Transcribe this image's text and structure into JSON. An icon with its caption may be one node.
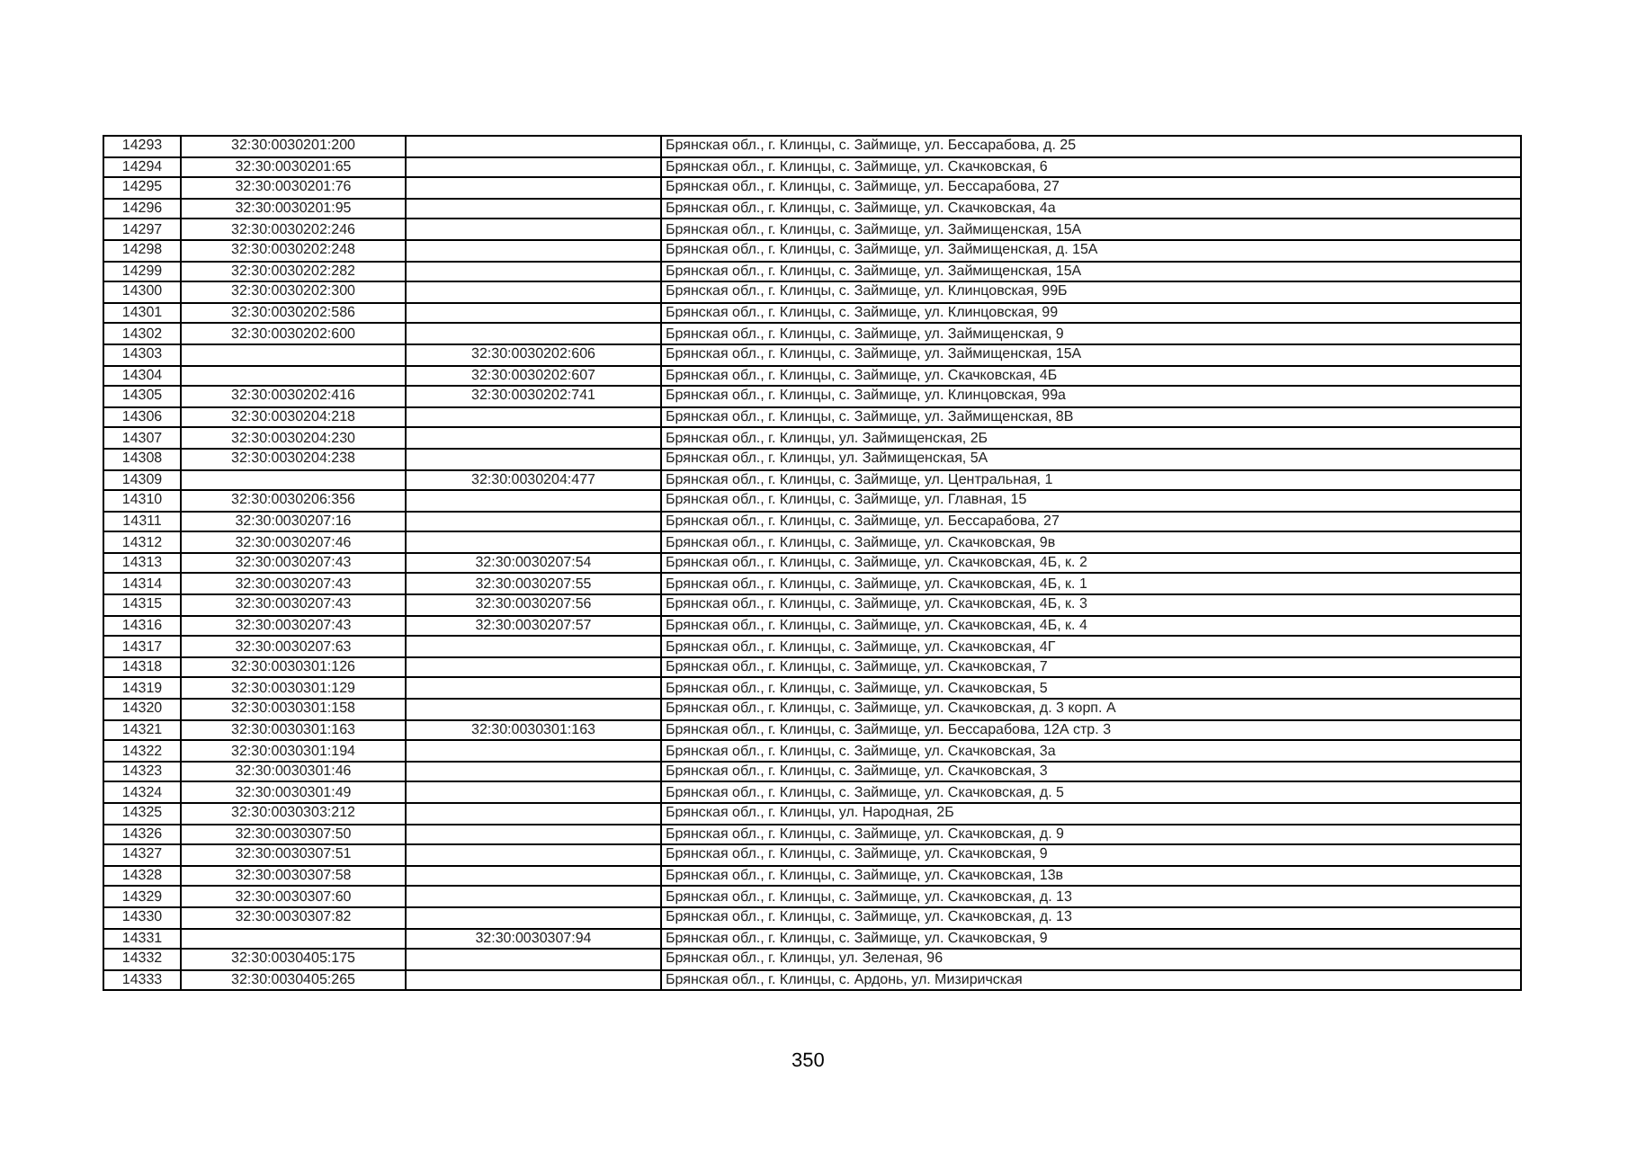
{
  "diagram": {
    "labels": [
      "14293",
      "32:30:0030201:200",
      "Брянская обл., г. Клинцы, с. Займище, ул. Бессарабова, д. 25",
      "14294",
      "32:30:0030201:65",
      "Брянская обл., г. Клинцы, с. Займище, ул. Скачковская, 6",
      "14295",
      "32:30:0030201:76",
      "Брянская обл., г. Клинцы, с. Займище, ул. Бессарабова, 27",
      "14296",
      "32:30:0030201:95",
      "Брянская обл., г. Клинцы, с. Займище, ул. Скачковская, 4а",
      "14297",
      "32:30:0030202:246",
      "Брянская обл., г. Клинцы, с. Займище, ул. Займищенская, 15А",
      "14298",
      "32:30:0030202:248",
      "Брянская обл., г. Клинцы, с. Займище, ул. Займищенская, д. 15А",
      "14299",
      "32:30:0030202:282",
      "Брянская обл., г. Клинцы, с. Займище, ул. Займищенская, 15А",
      "14300",
      "32:30:0030202:300",
      "Брянская обл., г. Клинцы, с. Займище, ул. Клинцовская, 99Б",
      "14301",
      "32:30:0030202:586",
      "Брянская обл., г. Клинцы, с. Займище, ул. Клинцовская, 99",
      "14302",
      "32:30:0030202:600",
      "Брянская обл., г. Клинцы, с. Займище, ул. Займищенская, 9",
      "14303",
      "32:30:0030202:606",
      "Брянская обл., г. Клинцы, с. Займище, ул. Займищенская, 15А",
      "14304",
      "32:30:0030202:607",
      "Брянская обл., г. Клинцы, с. Займище, ул. Скачковская, 4Б",
      "14305",
      "32:30:0030202:416",
      "32:30:0030202:741",
      "Брянская обл., г. Клинцы, с. Займище, ул. Клинцовская, 99а",
      "14306",
      "32:30:0030204:218",
      "Брянская обл., г. Клинцы, с. Займище, ул. Займищенская, 8В",
      "14307",
      "32:30:0030204:230",
      "Брянская обл., г. Клинцы, ул. Займищенская, 2Б",
      "14308",
      "32:30:0030204:238",
      "Брянская обл., г. Клинцы, ул. Займищенская, 5А",
      "14309",
      "32:30:0030204:477",
      "Брянская обл., г. Клинцы, с. Займище, ул. Центральная, 1",
      "14310",
      "32:30:0030206:356",
      "Брянская обл., г. Клинцы, с. Займище, ул. Главная, 15",
      "14311",
      "32:30:0030207:16",
      "Брянская обл., г. Клинцы, с. Займище, ул. Бессарабова, 27",
      "14312",
      "32:30:0030207:46",
      "Брянская обл., г. Клинцы, с. Займище, ул. Скачковская, 9в",
      "14313",
      "32:30:0030207:43",
      "32:30:0030207:54",
      "Брянская обл., г. Клинцы, с. Займище, ул. Скачковская, 4Б, к. 2",
      "14314",
      "32:30:0030207:43",
      "32:30:0030207:55",
      "Брянская обл., г. Клинцы, с. Займище, ул. Скачковская, 4Б, к. 1",
      "14315",
      "32:30:0030207:43",
      "32:30:0030207:56",
      "Брянская обл., г. Клинцы, с. Займище, ул. Скачковская, 4Б, к. 3",
      "14316",
      "32:30:0030207:43",
      "32:30:0030207:57",
      "Брянская обл., г. Клинцы, с. Займище, ул. Скачковская, 4Б, к. 4",
      "14317",
      "32:30:0030207:63",
      "Брянская обл., г. Клинцы, с. Займище, ул. Скачковская, 4Г",
      "14318",
      "32:30:0030301:126",
      "Брянская обл., г. Клинцы, с. Займище, ул. Скачковская, 7",
      "14319",
      "32:30:0030301:129",
      "Брянская обл., г. Клинцы, с. Займище, ул. Скачковская, 5",
      "14320",
      "32:30:0030301:158",
      "Брянская обл., г. Клинцы, с. Займище, ул. Скачковская, д. 3 корп. А",
      "14321",
      "32:30:0030301:163",
      "32:30:0030301:163",
      "Брянская обл., г. Клинцы, с. Займище, ул. Бессарабова, 12А стр. 3",
      "14322",
      "32:30:0030301:194",
      "Брянская обл., г. Клинцы, с. Займище, ул. Скачковская, 3а",
      "14323",
      "32:30:0030301:46",
      "Брянская обл., г. Клинцы, с. Займище, ул. Скачковская, 3",
      "14324",
      "32:30:0030301:49",
      "Брянская обл., г. Клинцы, с. Займище, ул. Скачковская, д. 5",
      "14325",
      "32:30:0030303:212",
      "Брянская обл., г. Клинцы, ул. Народная, 2Б",
      "14326",
      "32:30:0030307:50",
      "Брянская обл., г. Клинцы, с. Займище, ул. Скачковская, д. 9",
      "14327",
      "32:30:0030307:51",
      "Брянская обл., г. Клинцы, с. Займище, ул. Скачковская, 9",
      "14328",
      "32:30:0030307:58",
      "Брянская обл., г. Клинцы, с. Займище, ул. Скачковская, 13в",
      "14329",
      "32:30:0030307:60",
      "Брянская обл., г. Клинцы, с. Займище, ул. Скачковская, д. 13",
      "14330",
      "32:30:0030307:82",
      "Брянская обл., г. Клинцы, с. Займище, ул. Скачковская, д. 13",
      "14331",
      "32:30:0030307:94",
      "Брянская обл., г. Клинцы, с. Займище, ул. Скачковская, 9",
      "14332",
      "32:30:0030405:175",
      "Брянская обл., г. Клинцы, ул. Зеленая, 96",
      "14333",
      "32:30:0030405:265",
      "Брянская обл., г. Клинцы, с. Ардонь, ул. Мизиричская",
      "350"
    ]
  }
}
